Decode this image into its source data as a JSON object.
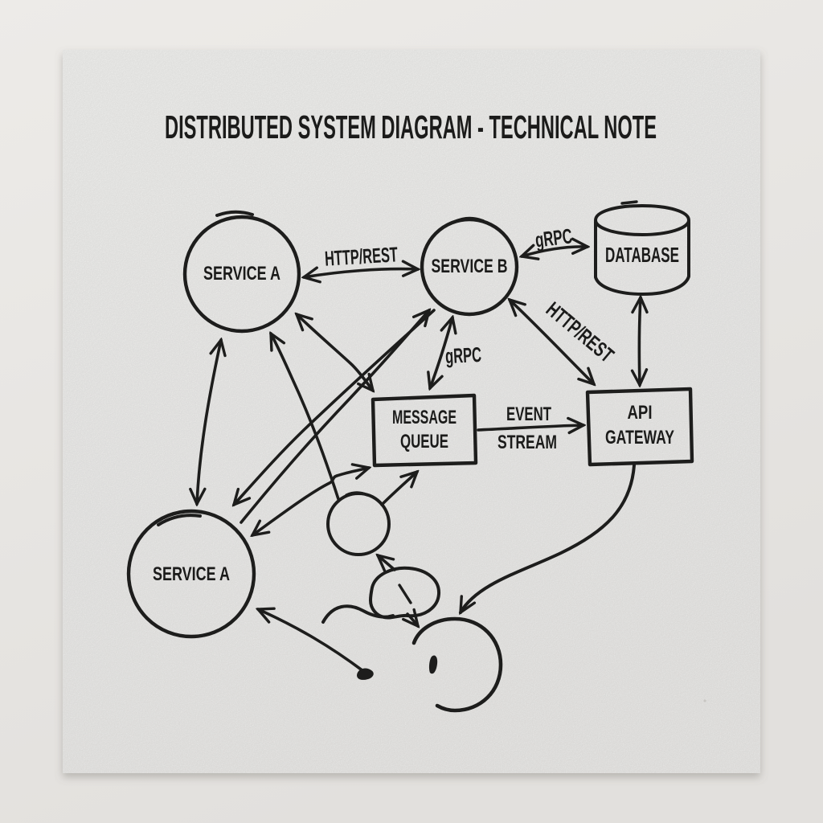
{
  "page": {
    "kind": "photographed hand-drawn technical note on paper",
    "colors": {
      "ink": "#1d1d1c",
      "paper": "#f9f9f7",
      "background": "#e9e7e4"
    }
  },
  "diagram": {
    "title": "DISTRIBUTED SYSTEM DIAGRAM - TECHNICAL NOTE",
    "nodes": {
      "service_a_top": {
        "label": "SERVICE A",
        "shape": "circle"
      },
      "service_b": {
        "label": "SERVICE B",
        "shape": "circle"
      },
      "database": {
        "label": "DATABASE",
        "shape": "cylinder"
      },
      "message_queue": {
        "label_line1": "MESSAGE",
        "label_line2": "QUEUE",
        "shape": "rectangle"
      },
      "api_gateway": {
        "label_line1": "API",
        "label_line2": "GATEWAY",
        "shape": "rectangle"
      },
      "service_a_bottom": {
        "label": "SERVICE A",
        "shape": "circle"
      },
      "small_circle": {
        "label": "",
        "shape": "circle"
      },
      "blob": {
        "label": "",
        "shape": "scribble-blob"
      },
      "open_circle": {
        "label": "",
        "shape": "open-circle"
      }
    },
    "edges": [
      {
        "from": "service_a_top",
        "to": "service_b",
        "label": "HTTP/REST",
        "direction": "both"
      },
      {
        "from": "service_b",
        "to": "database",
        "label": "gRPC",
        "direction": "both"
      },
      {
        "from": "service_b",
        "to": "message_queue",
        "label": "gRPC",
        "direction": "both"
      },
      {
        "from": "service_b",
        "to": "api_gateway",
        "label": "HTTP/REST",
        "direction": "both"
      },
      {
        "from": "database",
        "to": "api_gateway",
        "label": "",
        "direction": "both"
      },
      {
        "from": "message_queue",
        "to": "api_gateway",
        "label_line1": "EVENT",
        "label_line2": "STREAM",
        "direction": "one-way"
      },
      {
        "from": "service_a_top",
        "to": "service_a_bottom",
        "label": "",
        "direction": "both"
      },
      {
        "from": "service_b",
        "to": "service_a_bottom",
        "label": "",
        "direction": "one-way"
      },
      {
        "from": "service_a_bottom",
        "to": "service_b",
        "label": "",
        "direction": "one-way"
      },
      {
        "from": "service_a_bottom",
        "to": "message_queue",
        "label": "",
        "direction": "both"
      },
      {
        "from": "small_circle",
        "to": "service_a_top",
        "label": "",
        "direction": "one-way"
      },
      {
        "from": "service_a_top",
        "to": "message_queue",
        "label": "",
        "direction": "both"
      },
      {
        "from": "small_circle",
        "to": "message_queue",
        "label": "",
        "direction": "one-way"
      },
      {
        "from": "blob",
        "to": "small_circle",
        "label": "",
        "direction": "one-way"
      },
      {
        "from": "blob",
        "to": "open_circle",
        "label": "",
        "direction": "one-way"
      },
      {
        "from": "api_gateway",
        "to": "open_circle",
        "label": "",
        "direction": "one-way"
      },
      {
        "from": "open_circle",
        "to": "service_a_bottom",
        "label": "",
        "direction": "one-way"
      }
    ]
  }
}
